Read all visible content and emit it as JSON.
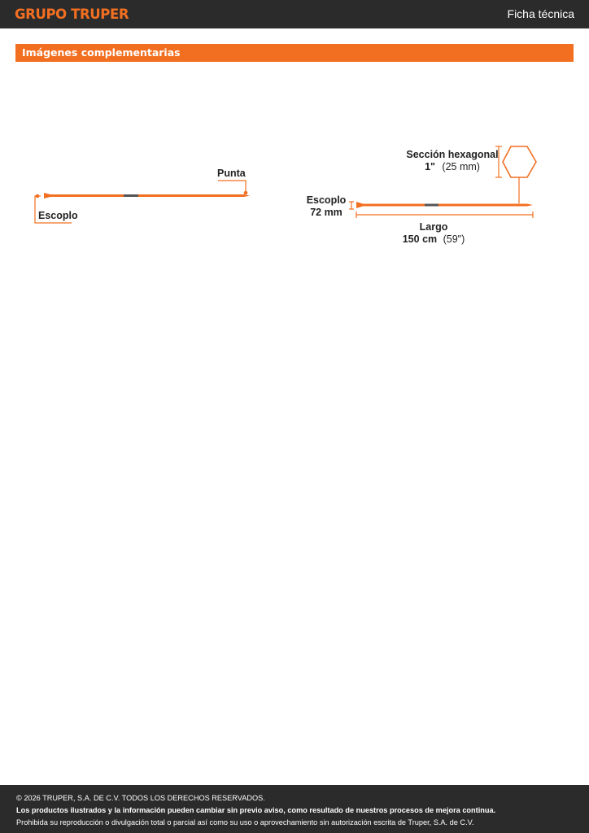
{
  "header": {
    "brand": "GRUPO TRUPER",
    "doc_type": "Ficha técnica"
  },
  "section": {
    "title": "Imágenes complementarias"
  },
  "figure_left": {
    "label_tip": "Punta",
    "label_chisel": "Escoplo"
  },
  "figure_right": {
    "hex_label_line1": "Sección hexagonal",
    "hex_label_line2_bold": "1\"",
    "hex_label_line2_rest": "(25 mm)",
    "chisel_label_line1": "Escoplo",
    "chisel_label_line2": "72 mm",
    "length_label_line1": "Largo",
    "length_label_line2_bold": "150 cm",
    "length_label_line2_rest": "(59\")"
  },
  "colors": {
    "brand_orange": "#f26f21",
    "dark_bar": "#2b2b2b"
  },
  "footer": {
    "copyright": "© 2026 TRUPER, S.A. DE C.V. TODOS LOS DERECHOS RESERVADOS.",
    "notice": "Los productos ilustrados y la información pueden cambiar sin previo aviso, como resultado de nuestros procesos de mejora continua.",
    "legal": "Prohibida su reproducción o divulgación total o parcial así como su uso o aprovechamiento sin autorización escrita de Truper, S.A. de C.V."
  }
}
